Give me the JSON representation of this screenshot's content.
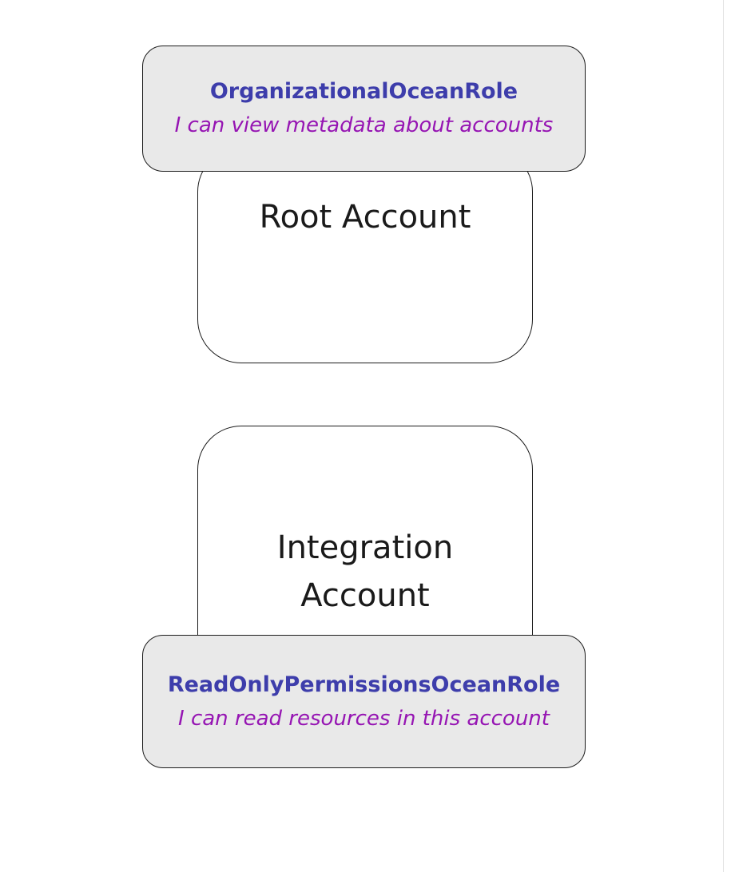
{
  "diagram": {
    "accounts": [
      {
        "name": "Root Account",
        "role_position": "top",
        "role": {
          "title": "OrganizationalOceanRole",
          "description": "I can view metadata about accounts"
        }
      },
      {
        "name": "Integration\nAccount",
        "role_position": "bottom",
        "role": {
          "title": "ReadOnlyPermissionsOceanRole",
          "description": "I can read resources in this account"
        }
      }
    ],
    "colors": {
      "role_title": "#3d3dab",
      "role_description": "#9615b3",
      "role_fill": "#e9e9e9",
      "node_border": "#1c1c1c",
      "account_fill": "#ffffff",
      "account_text": "#1a1a1a",
      "background": "#ffffff"
    }
  }
}
